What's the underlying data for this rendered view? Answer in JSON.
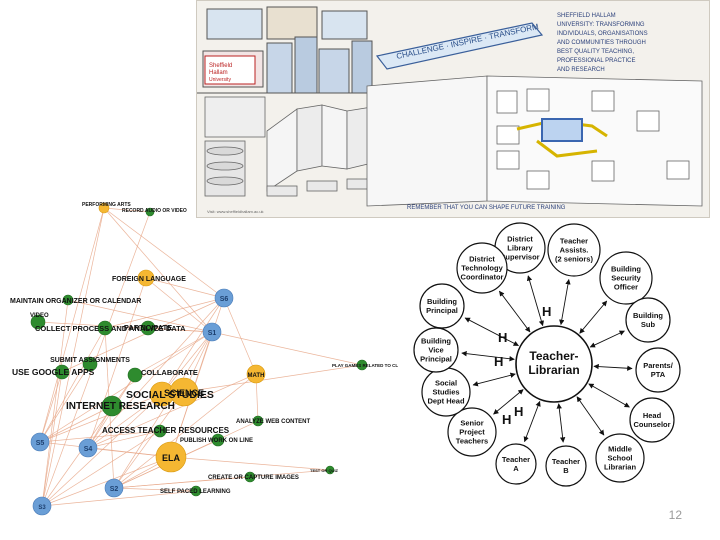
{
  "sketch": {
    "headline": "SHEFFIELD HALLAM UNIVERSITY: TRANSFORMING INDIVIDUALS, ORGANISATIONS AND COMMUNITIES THROUGH BEST QUALITY TEACHING, PROFESSIONAL PRACTICE AND RESEARCH",
    "banner": [
      "CHALLENGE",
      "INSPIRE",
      "TRANSFORM"
    ],
    "logo": "Sheffield Hallam University",
    "footer": "REMEMBER THAT YOU CAN SHAPE FUTURE TRAINING",
    "credit": "Visit: www.sheffieldhallam.ac.uk"
  },
  "network": {
    "nodes": [
      {
        "id": "performing-arts",
        "label": "PERFORMING ARTS",
        "kind": "subject"
      },
      {
        "id": "record-video",
        "label": "RECORD AUDIO OR VIDEO",
        "kind": "activity"
      },
      {
        "id": "foreign-language",
        "label": "FOREIGN LANGUAGE",
        "kind": "subject"
      },
      {
        "id": "maintain-organizer",
        "label": "MAINTAIN ORGANIZER OR CALENDAR",
        "kind": "activity"
      },
      {
        "id": "s6",
        "label": "S6",
        "kind": "student"
      },
      {
        "id": "video",
        "label": "VIDEO",
        "kind": "activity"
      },
      {
        "id": "collect-process",
        "label": "COLLECT PROCESS AND ANALYZE DATA",
        "kind": "activity"
      },
      {
        "id": "participate",
        "label": "PARTICIPATE",
        "kind": "activity"
      },
      {
        "id": "s1",
        "label": "S1",
        "kind": "student"
      },
      {
        "id": "submit-assignments",
        "label": "SUBMIT ASSIGNMENTS",
        "kind": "activity"
      },
      {
        "id": "use-google-apps",
        "label": "USE GOOGLE APPS",
        "kind": "activity"
      },
      {
        "id": "collaborate",
        "label": "COLLABORATE",
        "kind": "activity"
      },
      {
        "id": "social-studies",
        "label": "SOCIAL STUDIES",
        "kind": "subject"
      },
      {
        "id": "science",
        "label": "SCIENCE",
        "kind": "subject"
      },
      {
        "id": "math",
        "label": "MATH",
        "kind": "subject"
      },
      {
        "id": "play-games",
        "label": "PLAY GAMES RELATED TO CL",
        "kind": "activity"
      },
      {
        "id": "internet-research",
        "label": "INTERNET RESEARCH",
        "kind": "activity"
      },
      {
        "id": "analyze-web",
        "label": "ANALYZE WEB CONTENT",
        "kind": "activity"
      },
      {
        "id": "access-teacher",
        "label": "ACCESS TEACHER RESOURCES",
        "kind": "activity"
      },
      {
        "id": "publish-work",
        "label": "PUBLISH WORK ON LINE",
        "kind": "activity"
      },
      {
        "id": "s5",
        "label": "S5",
        "kind": "student"
      },
      {
        "id": "s4",
        "label": "S4",
        "kind": "student"
      },
      {
        "id": "ela",
        "label": "ELA",
        "kind": "subject"
      },
      {
        "id": "test-or-quiz",
        "label": "TEST OR QUIZ",
        "kind": "activity"
      },
      {
        "id": "create-images",
        "label": "CREATE OR CAPTURE IMAGES",
        "kind": "activity"
      },
      {
        "id": "s2",
        "label": "S2",
        "kind": "student"
      },
      {
        "id": "self-paced",
        "label": "SELF PACED LEARNING",
        "kind": "activity"
      },
      {
        "id": "s3",
        "label": "S3",
        "kind": "student"
      }
    ],
    "edges": [
      [
        "s6",
        "performing-arts"
      ],
      [
        "s6",
        "foreign-language"
      ],
      [
        "s6",
        "collect-process"
      ],
      [
        "s6",
        "social-studies"
      ],
      [
        "s6",
        "math"
      ],
      [
        "s6",
        "ela"
      ],
      [
        "s6",
        "s4"
      ],
      [
        "s6",
        "use-google-apps"
      ],
      [
        "s1",
        "performing-arts"
      ],
      [
        "s1",
        "foreign-language"
      ],
      [
        "s1",
        "participate"
      ],
      [
        "s1",
        "video"
      ],
      [
        "s1",
        "collaborate"
      ],
      [
        "s1",
        "social-studies"
      ],
      [
        "s1",
        "science"
      ],
      [
        "s1",
        "ela"
      ],
      [
        "s1",
        "s5"
      ],
      [
        "s1",
        "s2"
      ],
      [
        "s1",
        "play-games"
      ],
      [
        "s1",
        "maintain-organizer"
      ],
      [
        "s5",
        "performing-arts"
      ],
      [
        "s5",
        "social-studies"
      ],
      [
        "s5",
        "ela"
      ],
      [
        "s5",
        "collect-process"
      ],
      [
        "s5",
        "internet-research"
      ],
      [
        "s5",
        "submit-assignments"
      ],
      [
        "s5",
        "use-google-apps"
      ],
      [
        "s5",
        "access-teacher"
      ],
      [
        "s4",
        "foreign-language"
      ],
      [
        "s4",
        "social-studies"
      ],
      [
        "s4",
        "ela"
      ],
      [
        "s4",
        "collaborate"
      ],
      [
        "s4",
        "internet-research"
      ],
      [
        "s4",
        "access-teacher"
      ],
      [
        "s4",
        "math"
      ],
      [
        "s2",
        "science"
      ],
      [
        "s2",
        "ela"
      ],
      [
        "s2",
        "math"
      ],
      [
        "s2",
        "analyze-web"
      ],
      [
        "s2",
        "publish-work"
      ],
      [
        "s2",
        "create-images"
      ],
      [
        "s2",
        "self-paced"
      ],
      [
        "s2",
        "test-or-quiz"
      ],
      [
        "s2",
        "collect-process"
      ],
      [
        "s3",
        "performing-arts"
      ],
      [
        "s3",
        "social-studies"
      ],
      [
        "s3",
        "ela"
      ],
      [
        "s3",
        "use-google-apps"
      ],
      [
        "s3",
        "collaborate"
      ],
      [
        "s3",
        "access-teacher"
      ],
      [
        "s3",
        "self-paced"
      ],
      [
        "s3",
        "record-video"
      ],
      [
        "s3",
        "maintain-organizer"
      ],
      [
        "performing-arts",
        "record-video"
      ],
      [
        "ela",
        "test-or-quiz"
      ],
      [
        "science",
        "play-games"
      ],
      [
        "math",
        "analyze-web"
      ]
    ]
  },
  "roles": {
    "center": "Teacher-Librarian",
    "center_lines": [
      "Teacher-",
      "Librarian"
    ],
    "satellites": [
      {
        "lines": [
          "District",
          "Library",
          "Supervisor"
        ]
      },
      {
        "lines": [
          "Teacher",
          "Assists.",
          "(2 seniors)"
        ]
      },
      {
        "lines": [
          "Building",
          "Security",
          "Officer"
        ]
      },
      {
        "lines": [
          "Building",
          "Sub"
        ]
      },
      {
        "lines": [
          "Parents/",
          "PTA"
        ]
      },
      {
        "lines": [
          "Head",
          "Counselor"
        ]
      },
      {
        "lines": [
          "Middle",
          "School",
          "Librarian"
        ]
      },
      {
        "lines": [
          "Teacher",
          "B"
        ]
      },
      {
        "lines": [
          "Teacher",
          "A"
        ]
      },
      {
        "lines": [
          "Senior",
          "Project",
          "Teachers"
        ]
      },
      {
        "lines": [
          "Social",
          "Studies",
          "Dept Head"
        ]
      },
      {
        "lines": [
          "Building",
          "Vice",
          "Principal"
        ]
      },
      {
        "lines": [
          "Building",
          "Principal"
        ]
      },
      {
        "lines": [
          "District",
          "Technology",
          "Coordinator"
        ]
      }
    ],
    "h_marks": [
      "H",
      "H",
      "H",
      "H",
      "H"
    ]
  },
  "page_number": "12",
  "colors": {
    "subject": "#f5b732",
    "activity": "#2e8b2e",
    "student": "#6a9ed6",
    "edge": "#e8a889"
  }
}
